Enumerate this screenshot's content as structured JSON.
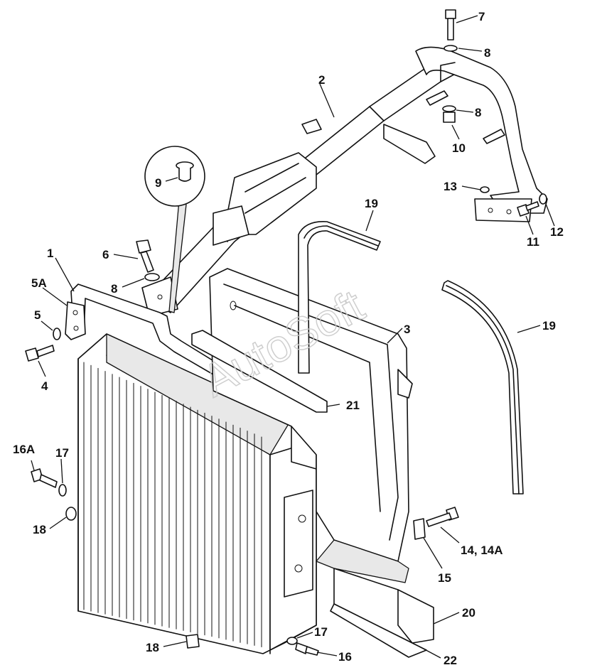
{
  "diagram": {
    "watermark": "AutoSoft",
    "callouts": {
      "c1": "1",
      "c2": "2",
      "c3": "3",
      "c4": "4",
      "c5": "5",
      "c5a": "5A",
      "c6": "6",
      "c7": "7",
      "c8a": "8",
      "c8b": "8",
      "c8c": "8",
      "c9": "9",
      "c10": "10",
      "c11": "11",
      "c12": "12",
      "c13": "13",
      "c14": "14, 14A",
      "c15": "15",
      "c16": "16",
      "c16a": "16A",
      "c17a": "17",
      "c17b": "17",
      "c18a": "18",
      "c18b": "18",
      "c19a": "19",
      "c19b": "19",
      "c20": "20",
      "c21": "21",
      "c22": "22"
    }
  }
}
